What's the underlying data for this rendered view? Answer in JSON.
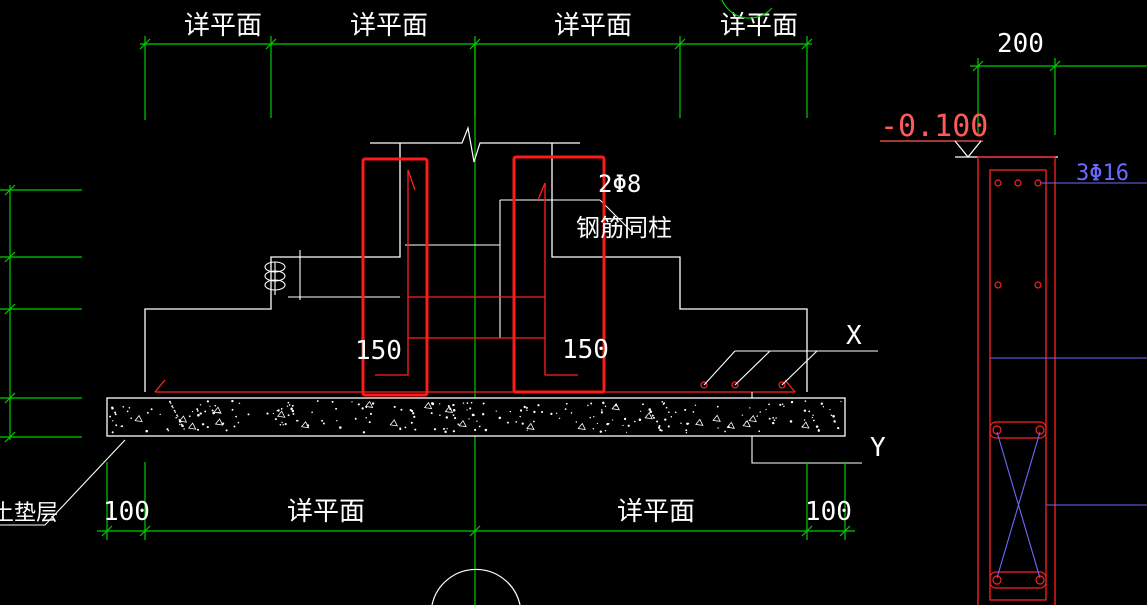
{
  "drawing": {
    "top_dimensions": [
      "详平面",
      "详平面",
      "详平面",
      "详平面"
    ],
    "bottom_dimensions": [
      "100",
      "详平面",
      "详平面",
      "100"
    ],
    "rebar_note": "2Φ8",
    "rebar_note_2": "钢筋同柱",
    "left_dim_150": "150",
    "right_dim_150": "150",
    "axis_x": "X",
    "axis_y": "Y",
    "bedding_label": "土垫层",
    "section_dim_200": "200",
    "elevation": "-0.100",
    "section_rebar": "3Φ16"
  },
  "colors": {
    "background": "#000000",
    "dimension_lines": "#00cc00",
    "outline": "#ffffff",
    "rebar": "#ff2020",
    "highlight_box": "#ff1a1a",
    "section_rebar_text": "#6a6aff",
    "elevation_text": "#ff5a5a"
  }
}
